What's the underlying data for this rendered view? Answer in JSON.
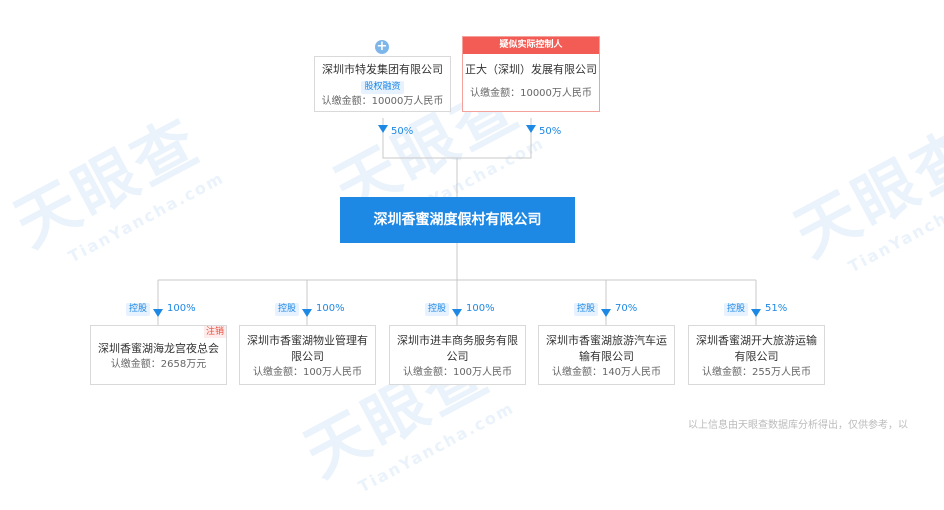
{
  "watermark": {
    "brand": "天眼查",
    "sub": "TianYancha.com"
  },
  "shareholders": [
    {
      "name": "深圳市特发集团有限公司",
      "tag": "股权融资",
      "capital": "认缴金额：10000万人民币",
      "percent": "50%"
    },
    {
      "name": "正大（深圳）发展有限公司",
      "header": "疑似实际控制人",
      "capital": "认缴金额：10000万人民币",
      "percent": "50%"
    }
  ],
  "company": {
    "name": "深圳香蜜湖度假村有限公司"
  },
  "subsidiaries": [
    {
      "name": "深圳香蜜湖海龙宫夜总会",
      "capital": "认缴金额：2658万元",
      "control": "控股",
      "percent": "100%",
      "status": "注销"
    },
    {
      "name": "深圳市香蜜湖物业管理有限公司",
      "capital": "认缴金额：100万人民币",
      "control": "控股",
      "percent": "100%"
    },
    {
      "name": "深圳市进丰商务服务有限公司",
      "capital": "认缴金额：100万人民币",
      "control": "控股",
      "percent": "100%"
    },
    {
      "name": "深圳市香蜜湖旅游汽车运输有限公司",
      "capital": "认缴金额：140万人民币",
      "control": "控股",
      "percent": "70%"
    },
    {
      "name": "深圳香蜜湖开大旅游运输有限公司",
      "capital": "认缴金额：255万人民币",
      "control": "控股",
      "percent": "51%"
    }
  ],
  "footer": "以上信息由天眼查数据库分析得出，仅供参考，以"
}
